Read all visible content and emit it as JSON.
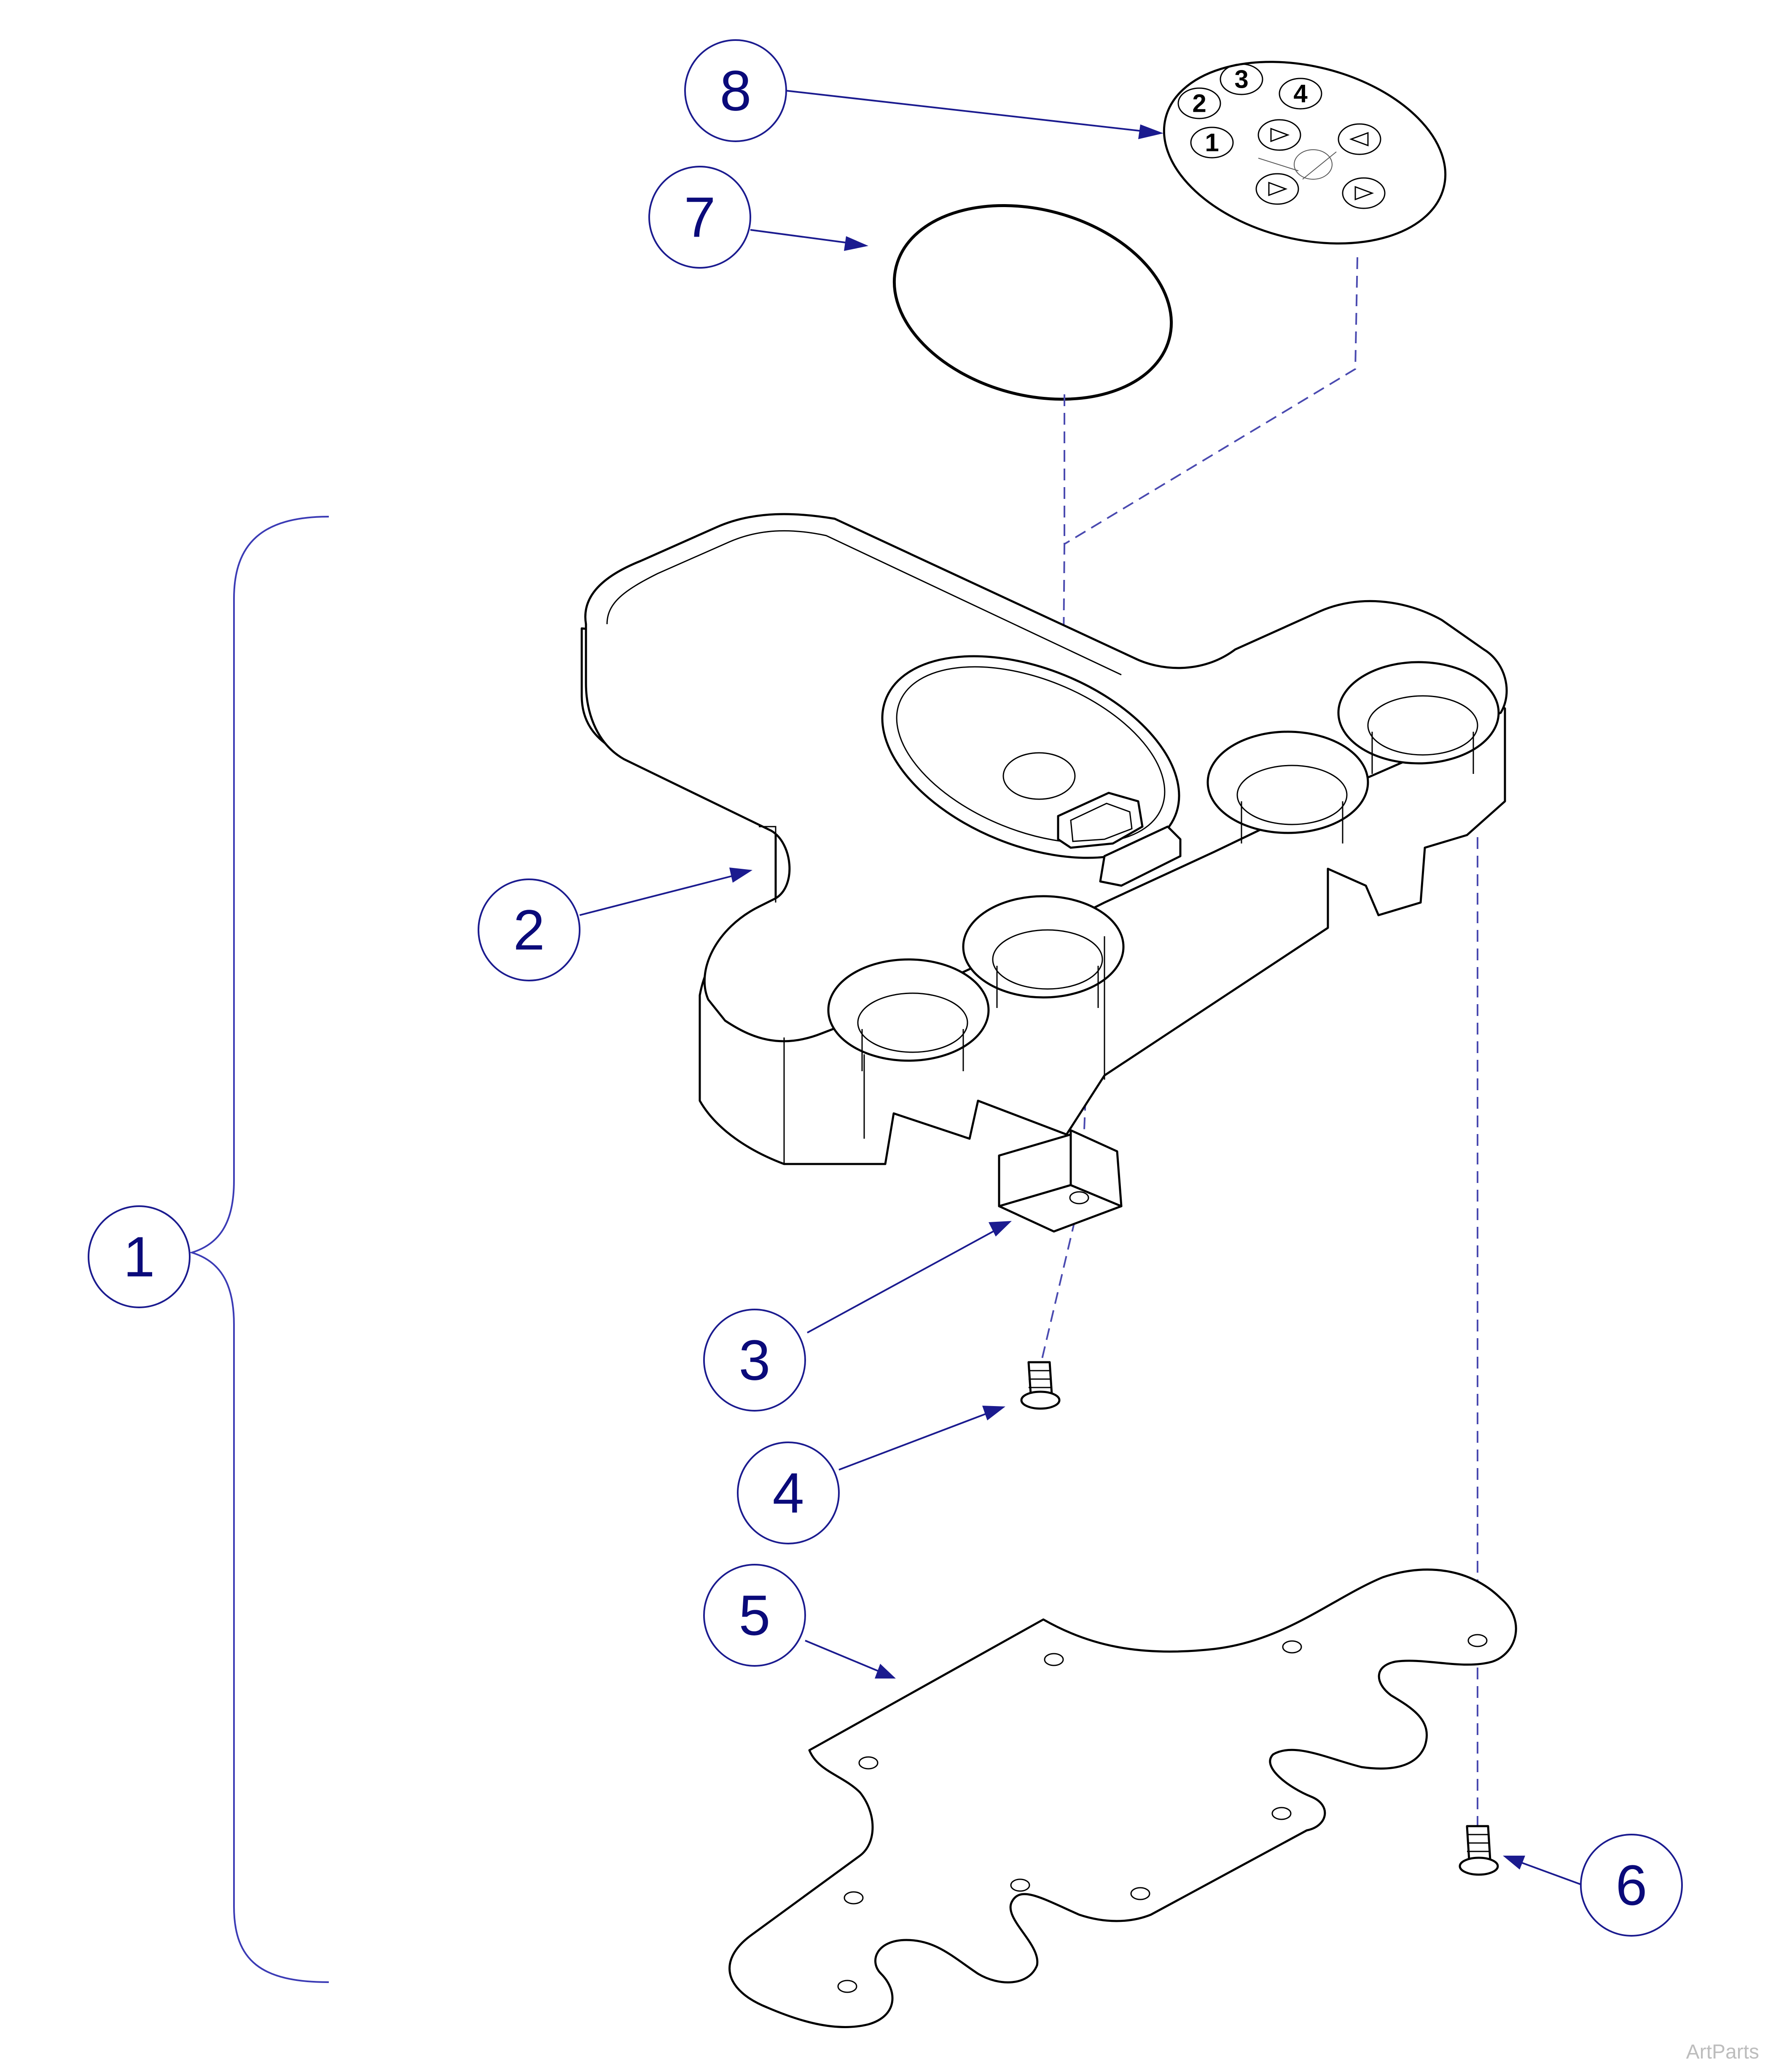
{
  "callouts": [
    {
      "id": "1",
      "label": "1"
    },
    {
      "id": "2",
      "label": "2"
    },
    {
      "id": "3",
      "label": "3"
    },
    {
      "id": "4",
      "label": "4"
    },
    {
      "id": "5",
      "label": "5"
    },
    {
      "id": "6",
      "label": "6"
    },
    {
      "id": "7",
      "label": "7"
    },
    {
      "id": "8",
      "label": "8"
    }
  ],
  "keypad": {
    "numbers": [
      "1",
      "2",
      "3",
      "4"
    ]
  },
  "watermark": "ArtParts",
  "colors": {
    "callout": "#1b1b8f",
    "callout_text": "#0a0a7a",
    "line_art": "#000000",
    "dashed": "#4a4ab0",
    "watermark": "#bdbdbd"
  }
}
